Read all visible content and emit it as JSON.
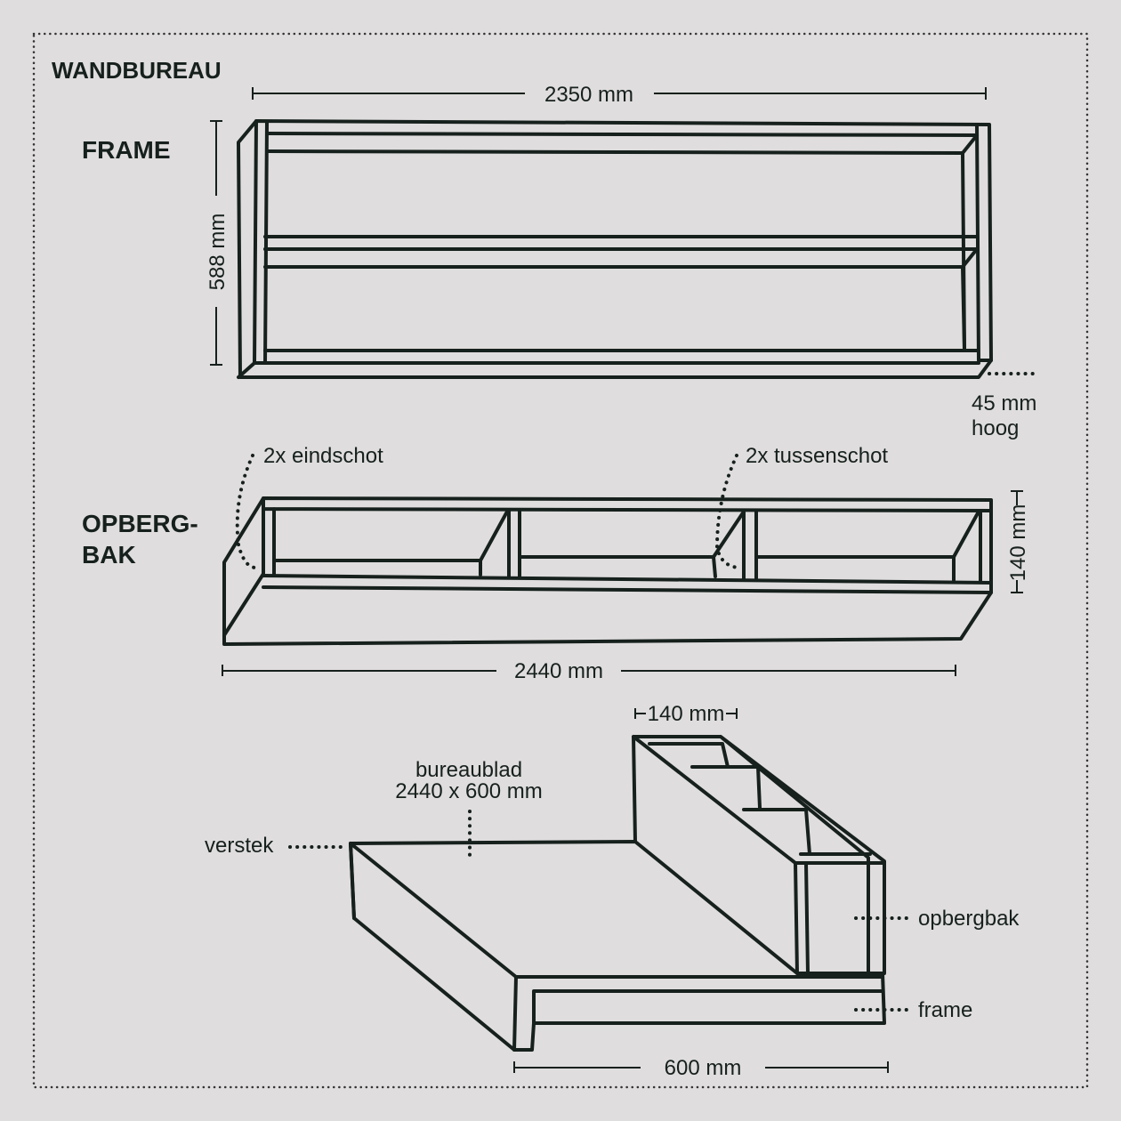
{
  "title": "WANDBUREAU",
  "frame": {
    "label": "FRAME",
    "width": "2350 mm",
    "height": "588 mm",
    "thickness_1": "45 mm",
    "thickness_2": "hoog"
  },
  "opbergbak": {
    "label_1": "OPBERG-",
    "label_2": "BAK",
    "end_panels": "2x eindschot",
    "dividers": "2x tussenschot",
    "height": "140 mm",
    "width": "2440 mm"
  },
  "assembly": {
    "depth_top": "140 mm",
    "desktop_1": "bureaublad",
    "desktop_2": "2440 x 600 mm",
    "miter": "verstek",
    "storage": "opbergbak",
    "frame": "frame",
    "depth": "600 mm"
  },
  "colors": {
    "background": "#dfdddd",
    "line": "#16201c"
  }
}
